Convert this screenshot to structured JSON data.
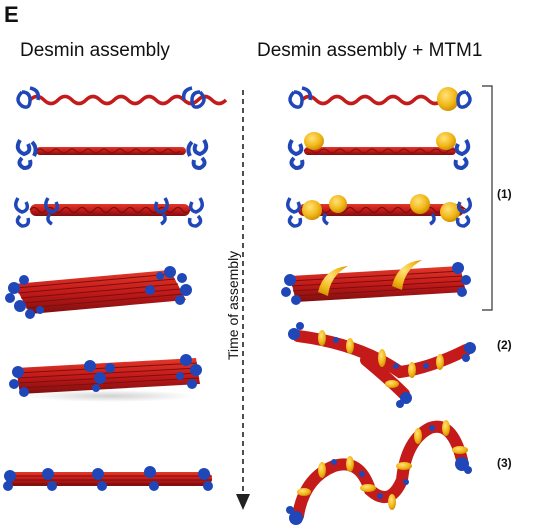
{
  "panel_letter": "E",
  "left_column_title": "Desmin assembly",
  "right_column_title": "Desmin assembly + MTM1",
  "time_axis_label": "Time of assembly",
  "stage_labels": [
    "(1)",
    "(2)",
    "(3)"
  ],
  "colors": {
    "rod": "#c41a1a",
    "rod_dark": "#7d0e0e",
    "head": "#1f47b8",
    "mtm1": "#f2b818",
    "arrow": "#222222"
  },
  "icons": [
    "desmin-filament",
    "mtm1-binding-protein",
    "time-arrow"
  ]
}
